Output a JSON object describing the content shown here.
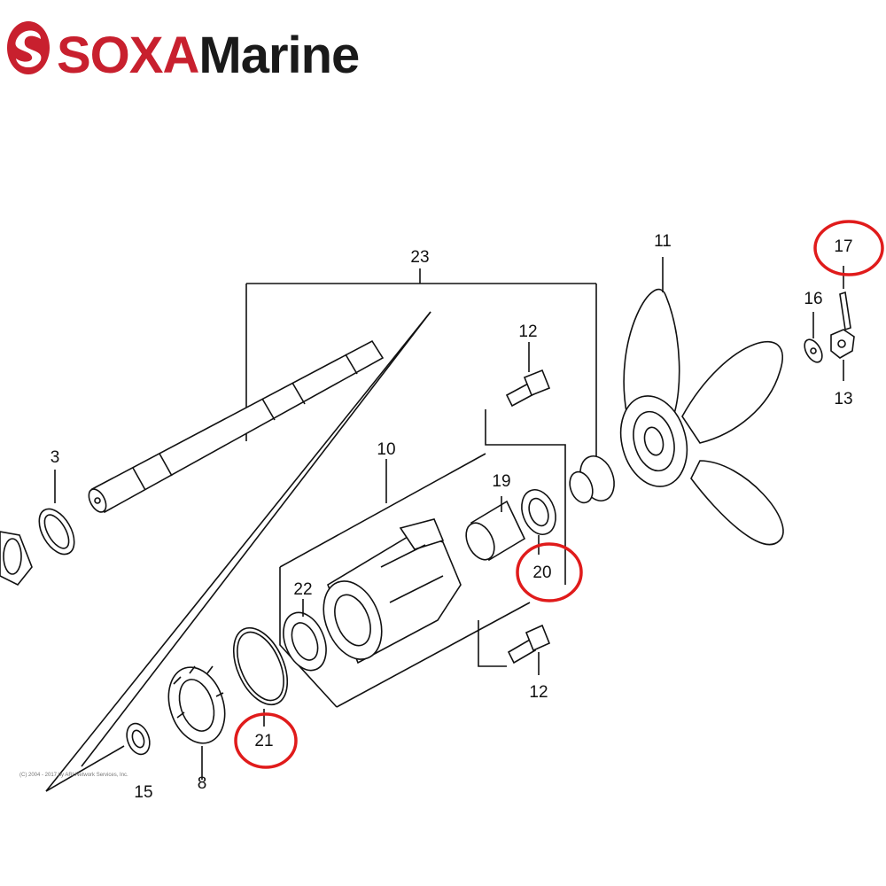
{
  "brand": {
    "word1": "SOXA",
    "word2": "Marine",
    "accent": "#c8202e",
    "dark": "#1a1a1a"
  },
  "callouts": {
    "p3": "3",
    "p8": "8",
    "p10": "10",
    "p11": "11",
    "p12a": "12",
    "p12b": "12",
    "p13": "13",
    "p15": "15",
    "p16": "16",
    "p17": "17",
    "p19": "19",
    "p20": "20",
    "p21": "21",
    "p22": "22",
    "p23": "23"
  },
  "highlighted_callouts": [
    "17",
    "20",
    "21"
  ],
  "highlight_color": "#e01b1b",
  "copyright": "(C) 2004 - 2017 by ARI Network Services, Inc."
}
